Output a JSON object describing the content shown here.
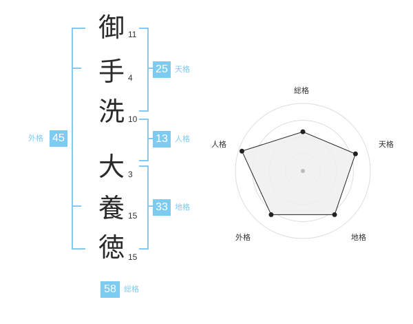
{
  "name": {
    "characters": [
      {
        "char": "御",
        "strokes": "11"
      },
      {
        "char": "手",
        "strokes": "4"
      },
      {
        "char": "洗",
        "strokes": "10"
      },
      {
        "char": "大",
        "strokes": "3"
      },
      {
        "char": "養",
        "strokes": "15"
      },
      {
        "char": "徳",
        "strokes": "15"
      }
    ]
  },
  "fortunes": {
    "tenkaku": {
      "value": "25",
      "label": "天格"
    },
    "jinkaku": {
      "value": "13",
      "label": "人格"
    },
    "chikaku": {
      "value": "33",
      "label": "地格"
    },
    "gaikaku": {
      "value": "45",
      "label": "外格"
    },
    "soukaku": {
      "value": "58",
      "label": "総格"
    }
  },
  "chart_data": {
    "type": "radar",
    "axes": [
      "総格",
      "天格",
      "地格",
      "外格",
      "人格"
    ],
    "values": [
      0.58,
      0.82,
      0.8,
      0.8,
      0.95
    ],
    "max": 1,
    "rings": 4,
    "grid": true
  },
  "colors": {
    "accent": "#7ecbf2",
    "bracket": "#86c8ee",
    "polygon_fill": "#efefef",
    "polygon_stroke": "#222222",
    "ring": "#dddddd",
    "center_dot": "#bbbbbb"
  }
}
